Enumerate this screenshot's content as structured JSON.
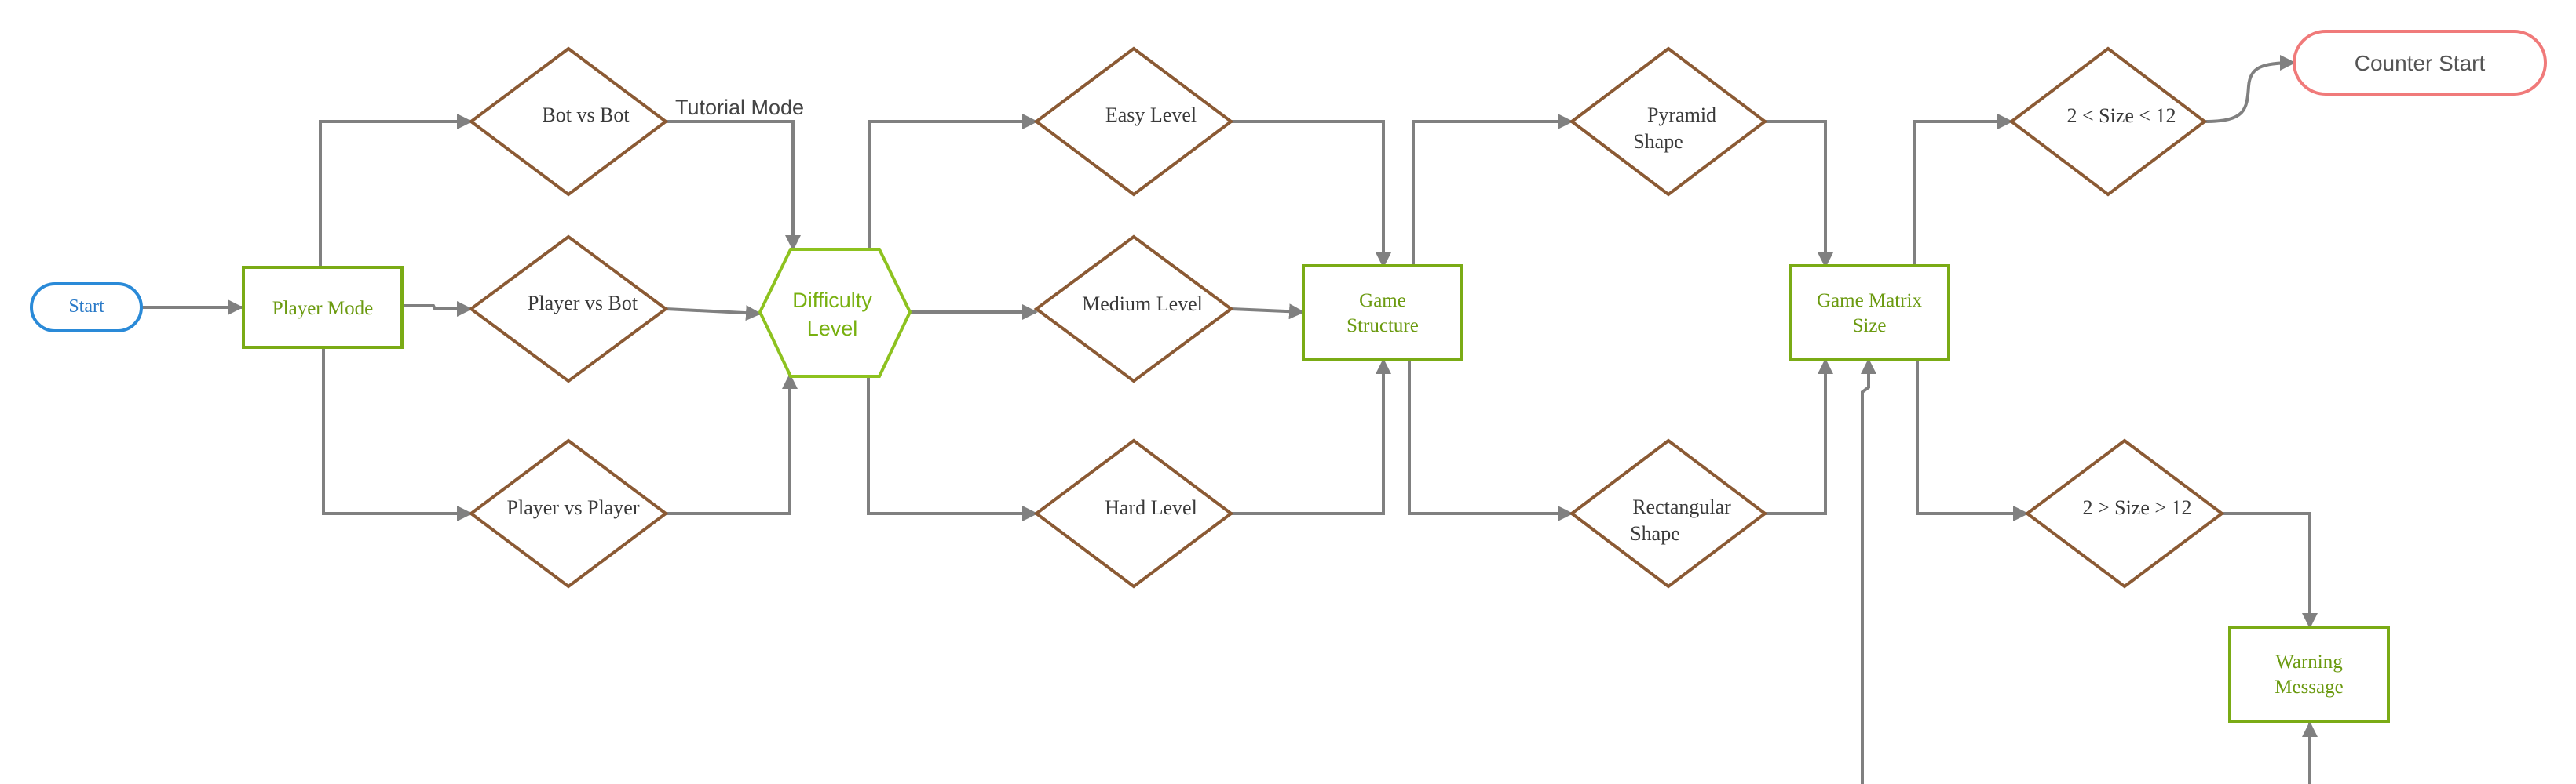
{
  "diagram": {
    "nodes": {
      "start": "Start",
      "player_mode": "Player Mode",
      "bot_vs_bot": "Bot vs Bot",
      "player_vs_bot": "Player vs Bot",
      "player_vs_player": "Player vs Player",
      "difficulty_level": [
        "Difficulty",
        "Level"
      ],
      "easy_level": "Easy Level",
      "medium_level": "Medium Level",
      "hard_level": "Hard Level",
      "game_structure": [
        "Game",
        "Structure"
      ],
      "pyramid_shape": [
        "Pyramid",
        "Shape"
      ],
      "rectangular_shape": [
        "Rectangular",
        "Shape"
      ],
      "game_matrix_size": [
        "Game Matrix",
        "Size"
      ],
      "size_valid": "2 < Size < 12",
      "size_invalid": "2 > Size > 12",
      "counter_start": "Counter Start",
      "warning_message": [
        "Warning",
        "Message"
      ]
    },
    "edge_labels": {
      "tutorial_mode": "Tutorial Mode"
    }
  },
  "colors": {
    "connector": "#808080",
    "decision_stroke": "#8b5a34",
    "process_stroke": "#7aab15",
    "start_stroke": "#2a8ad8",
    "end_stroke": "#f07a7a"
  }
}
